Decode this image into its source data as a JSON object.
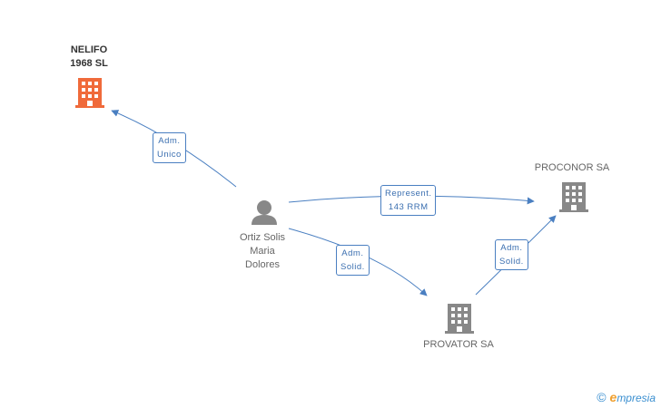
{
  "nodes": {
    "nelifo": {
      "line1": "NELIFO",
      "line2": "1968  SL",
      "color": "#f06a3a"
    },
    "person": {
      "line1": "Ortiz Solis",
      "line2": "Maria",
      "line3": "Dolores",
      "color": "#888888"
    },
    "proconor": {
      "label": "PROCONOR SA",
      "color": "#888888"
    },
    "provator": {
      "label": "PROVATOR SA",
      "color": "#888888"
    }
  },
  "edges": {
    "to_nelifo": {
      "line1": "Adm.",
      "line2": "Unico"
    },
    "to_proconor": {
      "line1": "Represent.",
      "line2": "143 RRM"
    },
    "to_provator": {
      "line1": "Adm.",
      "line2": "Solid."
    },
    "provator_to_proconor": {
      "line1": "Adm.",
      "line2": "Solid."
    }
  },
  "edge_color": "#4a7fc1",
  "footer": {
    "copyright": "©",
    "brand_initial": "e",
    "brand_rest": "mpresia"
  }
}
